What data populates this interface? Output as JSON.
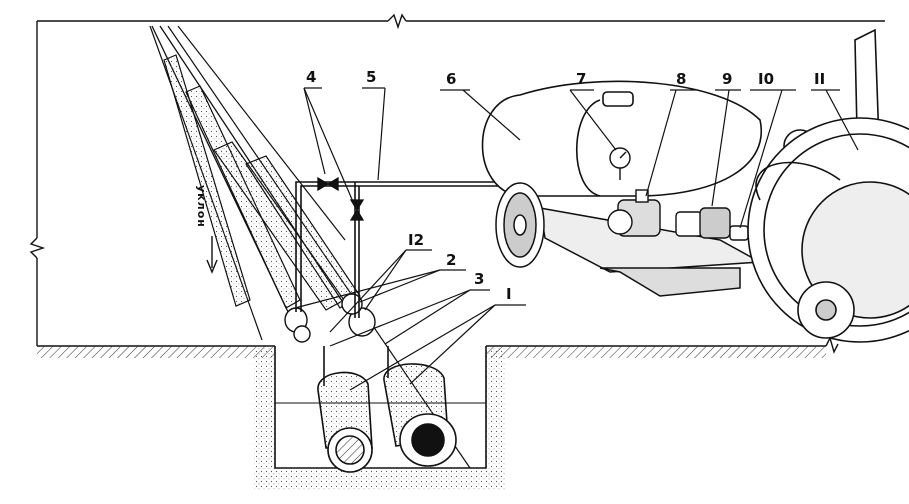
{
  "diagram": {
    "callouts": [
      {
        "id": "c1",
        "text": "I"
      },
      {
        "id": "c2",
        "text": "2"
      },
      {
        "id": "c3",
        "text": "3"
      },
      {
        "id": "c4",
        "text": "4"
      },
      {
        "id": "c5",
        "text": "5"
      },
      {
        "id": "c6",
        "text": "6"
      },
      {
        "id": "c7",
        "text": "7"
      },
      {
        "id": "c8",
        "text": "8"
      },
      {
        "id": "c9",
        "text": "9"
      },
      {
        "id": "c10",
        "text": "I0"
      },
      {
        "id": "c11",
        "text": "II"
      },
      {
        "id": "c12",
        "text": "I2"
      }
    ],
    "slope_label": "уклон"
  },
  "colors": {
    "ink": "#111111",
    "paper": "#ffffff",
    "hatch": "#444444"
  }
}
